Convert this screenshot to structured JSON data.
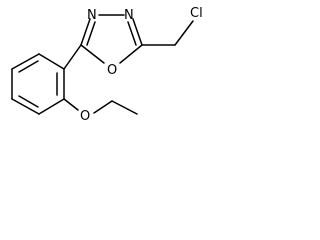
{
  "molecule": {
    "atoms": {
      "n_left": "N",
      "n_right": "N",
      "o_ring": "O",
      "cl": "Cl",
      "o_ether": "O"
    },
    "colors": {
      "bond": "#000000",
      "label": "#000000",
      "background": "#ffffff"
    }
  }
}
